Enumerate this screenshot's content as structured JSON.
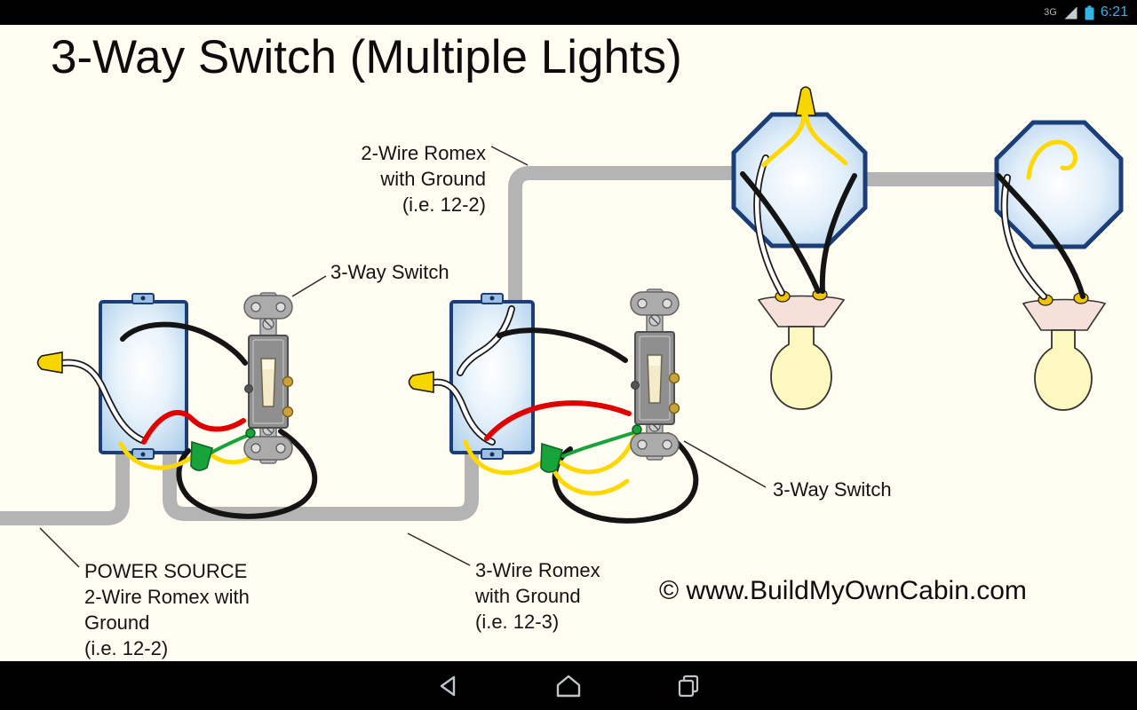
{
  "status_bar": {
    "network": "3G",
    "time": "6:21",
    "accent_color": "#33b5e5",
    "icons": [
      "signal-strength",
      "battery"
    ]
  },
  "diagram": {
    "title": "3-Way Switch (Multiple Lights)",
    "labels": {
      "romex_2wire_top": {
        "lines": [
          "2-Wire Romex",
          "with Ground",
          "(i.e. 12-2)"
        ]
      },
      "switch_1": "3-Way Switch",
      "switch_2": "3-Way Switch",
      "power_source": {
        "lines": [
          "POWER SOURCE",
          "2-Wire Romex with",
          "Ground",
          "(i.e. 12-2)"
        ]
      },
      "romex_3wire": {
        "lines": [
          "3-Wire Romex",
          "with Ground",
          "(i.e. 12-3)"
        ]
      },
      "copyright": "© www.BuildMyOwnCabin.com"
    },
    "colors": {
      "background": "#fffdf2",
      "box_outline": "#1c3e78",
      "box_fill": "#bcd9f0",
      "cable_gray": "#b4b4b4",
      "wire_black": "#141414",
      "wire_white": "#ffffff",
      "wire_red": "#e00000",
      "wire_yellow": "#ffd800",
      "wire_nut_yellow": "#f6d500",
      "wire_nut_green": "#18a43a",
      "bulb": "#fdf8c0",
      "lamp_base": "#f6e1da"
    }
  },
  "nav_bar": {
    "buttons": [
      "back",
      "home",
      "recents"
    ]
  }
}
